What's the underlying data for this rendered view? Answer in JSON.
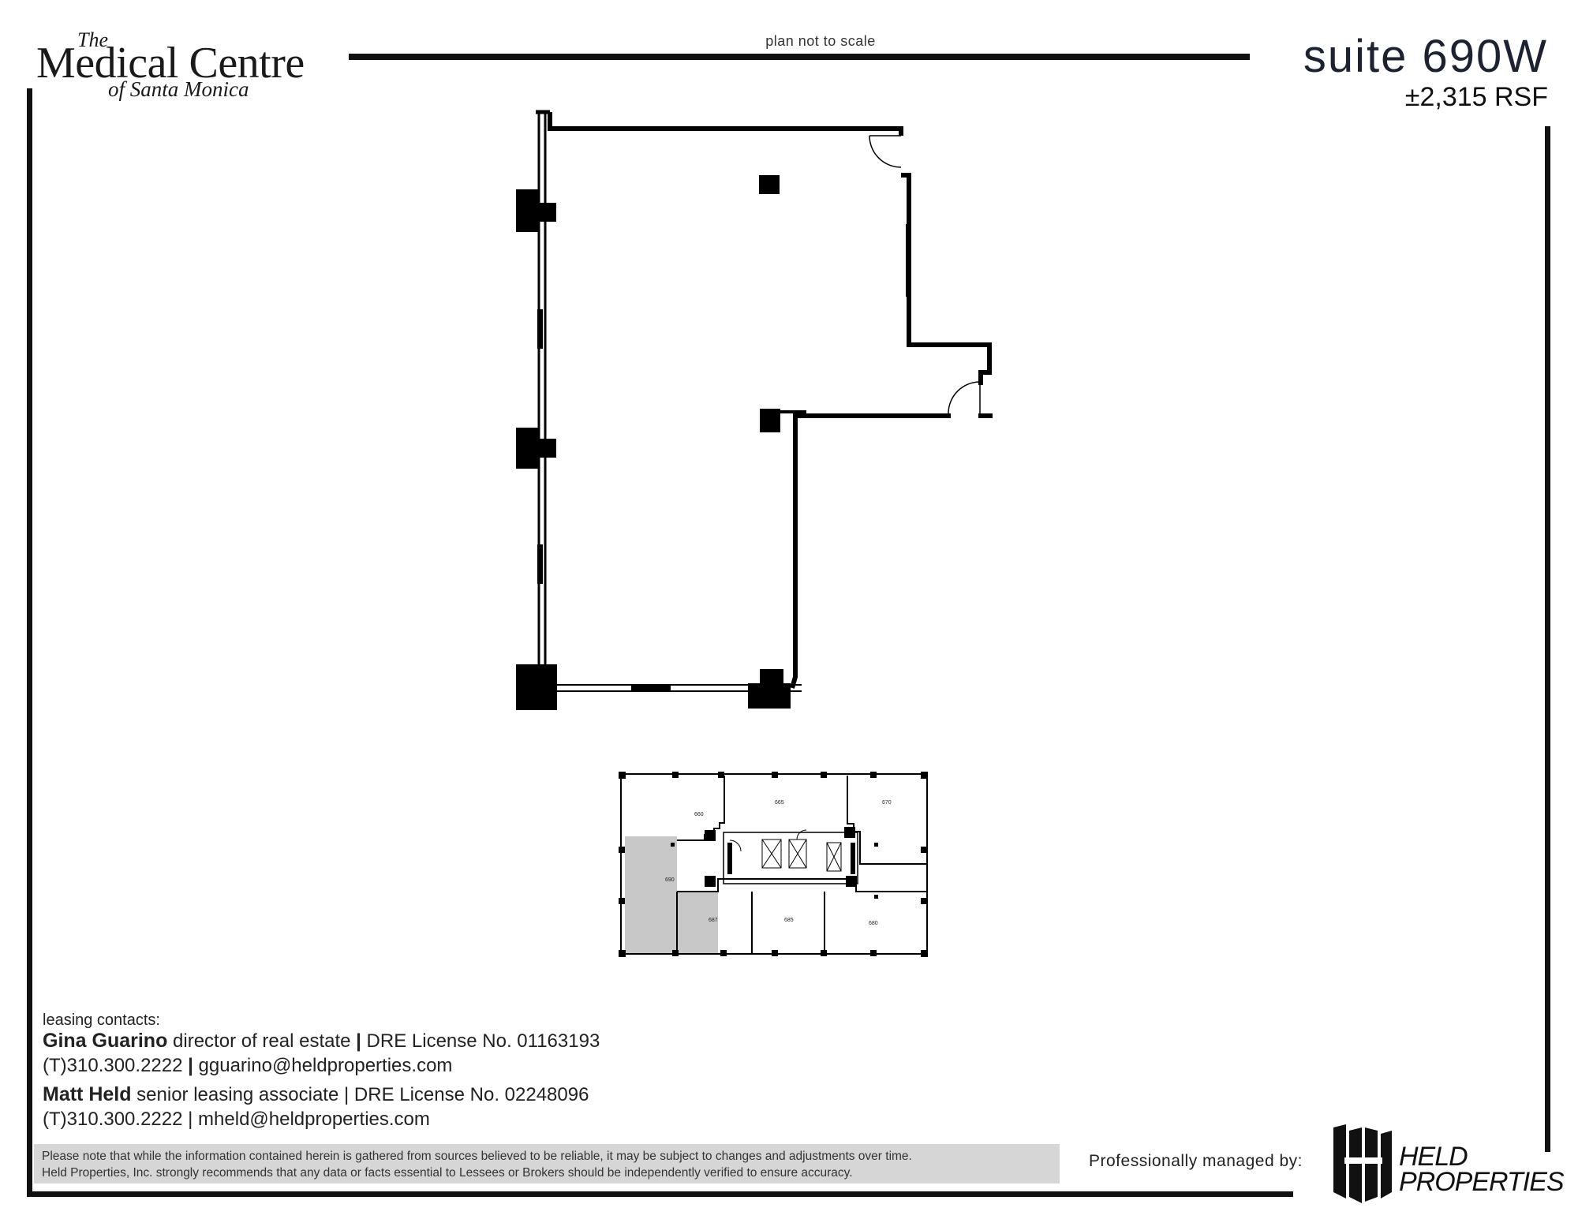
{
  "header": {
    "logo_the": "The",
    "logo_main": "Medical Centre",
    "logo_sub": "of Santa Monica",
    "scale_note": "plan not to scale",
    "suite_title": "suite 690W",
    "suite_area": "±2,315 RSF"
  },
  "keyplan": {
    "units": [
      {
        "label": "660"
      },
      {
        "label": "665"
      },
      {
        "label": "670"
      },
      {
        "label": "690"
      },
      {
        "label": "687"
      },
      {
        "label": "685"
      },
      {
        "label": "680"
      }
    ],
    "highlight_color": "#c8c8c8"
  },
  "contacts": {
    "lead": "leasing contacts:",
    "people": [
      {
        "name": "Gina Guarino",
        "role": " director of real estate",
        "license": " DRE License No. 01163193",
        "phone": "(T)310.300.2222",
        "email": " gguarino@heldproperties.com"
      },
      {
        "name": "Matt Held",
        "role": "  senior leasing associate",
        "license": " DRE License No. 02248096",
        "phone": "(T)310.300.2222",
        "email": " mheld@heldproperties.com"
      }
    ]
  },
  "footer": {
    "disclaimer_1": "Please note that while the information contained herein is gathered from sources believed to be reliable, it may be subject to changes and adjustments over time.",
    "disclaimer_2": "Held Properties, Inc. strongly recommends that any data or facts essential to Lessees or Brokers should be independently verified to ensure accuracy.",
    "managed_by": "Professionally managed by:",
    "brand_line1": "HELD",
    "brand_line2": "PROPERTIES"
  }
}
